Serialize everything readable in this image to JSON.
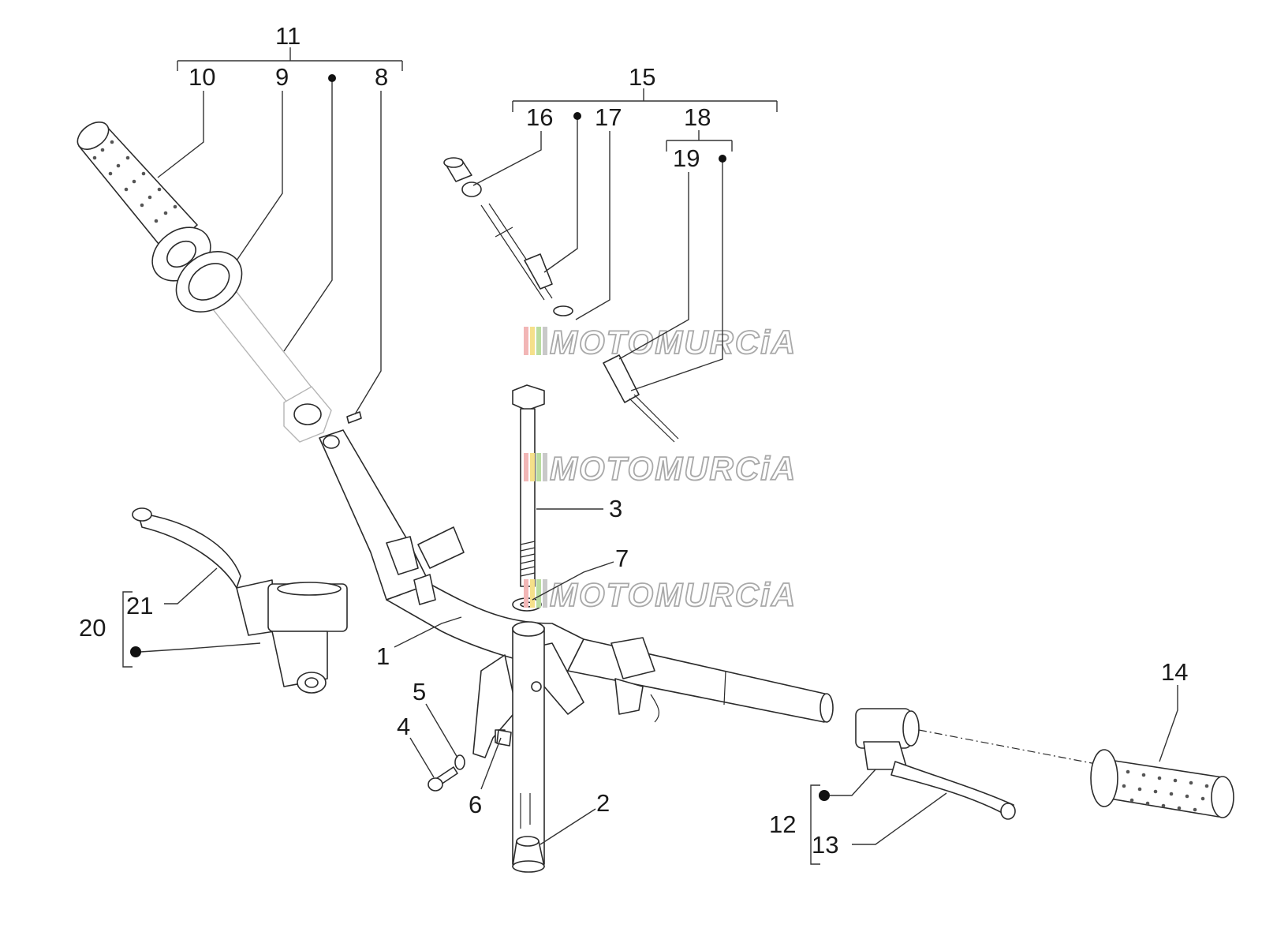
{
  "watermark": {
    "text": "MOTOMURCiA",
    "stripes": [
      "#f2b6b6",
      "#f5e08a",
      "#b9dca0",
      "#c9c9c9"
    ]
  },
  "callouts": {
    "c1": "1",
    "c2": "2",
    "c3": "3",
    "c4": "4",
    "c5": "5",
    "c6": "6",
    "c7": "7",
    "c8": "8",
    "c9": "9",
    "c10": "10",
    "c11": "11",
    "c12": "12",
    "c13": "13",
    "c14": "14",
    "c15": "15",
    "c16": "16",
    "c17": "17",
    "c18": "18",
    "c19": "19",
    "c20": "20",
    "c21": "21"
  }
}
